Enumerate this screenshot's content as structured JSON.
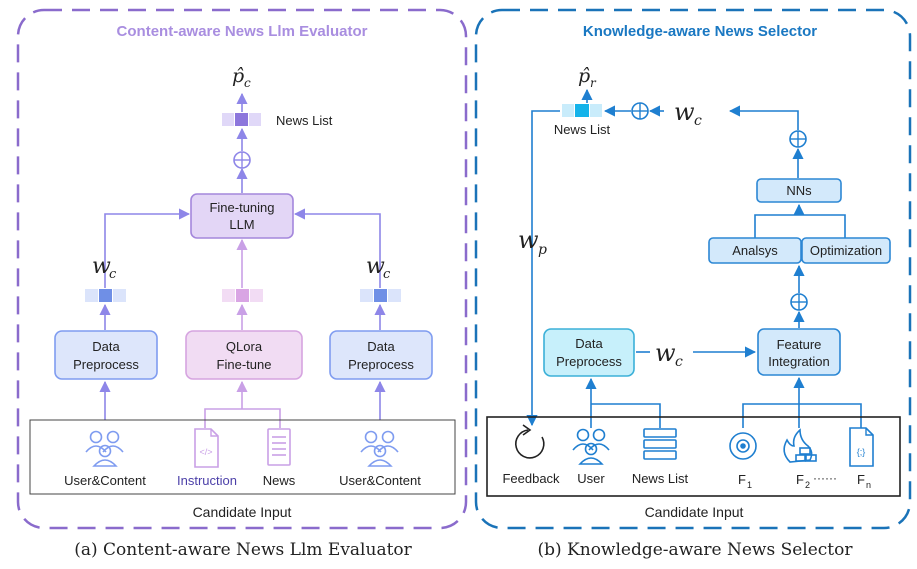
{
  "left": {
    "title": "Content-aware News Llm Evaluator",
    "output_label": "p̂",
    "output_sub": "c",
    "news_list_label": "News List",
    "center_box": [
      "Fine-tuning",
      "LLM"
    ],
    "weight_left": "w",
    "weight_left_sub": "c",
    "weight_right": "w",
    "weight_right_sub": "c",
    "box_left": [
      "Data",
      "Preprocess"
    ],
    "box_mid": [
      "QLora",
      "Fine-tune"
    ],
    "box_right": [
      "Data",
      "Preprocess"
    ],
    "inputs": [
      "User&Content",
      "Instruction",
      "News",
      "User&Content"
    ],
    "candidate_label": "Candidate Input",
    "caption": "(a) Content-aware News Llm Evaluator"
  },
  "right": {
    "title": "Knowledge-aware News Selector",
    "output_label": "p̂",
    "output_sub": "r",
    "news_list_label": "News List",
    "weight_top": "w",
    "weight_top_sub": "c",
    "weight_p": "w",
    "weight_p_sub": "p",
    "weight_mid": "w",
    "weight_mid_sub": "c",
    "nns_label": "NNs",
    "analysis_label": "Analsys",
    "optimization_label": "Optimization",
    "feature_box": [
      "Feature",
      "Integration"
    ],
    "data_box": [
      "Data",
      "Preprocess"
    ],
    "inputs": [
      "Feedback",
      "User",
      "News List",
      "F",
      "F",
      "F"
    ],
    "input_subs": [
      "1",
      "2",
      "n"
    ],
    "dots": "······",
    "candidate_label": "Candidate Input",
    "caption": "(b) Knowledge-aware News Selector"
  },
  "colors": {
    "left_frame": "#8a6bcc",
    "left_title": "#a98ee0",
    "right_frame": "#1a73b8",
    "right_title": "#1a78c2",
    "blue_box_fill": "#dde6fb",
    "blue_box_stroke": "#7f9cf0",
    "purple_box_fill": "#e3d6f6",
    "purple_box_stroke": "#a487dc",
    "pink_box_fill": "#f1dcf3",
    "pink_box_stroke": "#d6a4e0",
    "right_box_fill": "#d3e9fb",
    "right_box_stroke": "#2c87d4",
    "cyan_box_fill": "#c7f0fb",
    "cyan_box_stroke": "#3bb0d8"
  }
}
